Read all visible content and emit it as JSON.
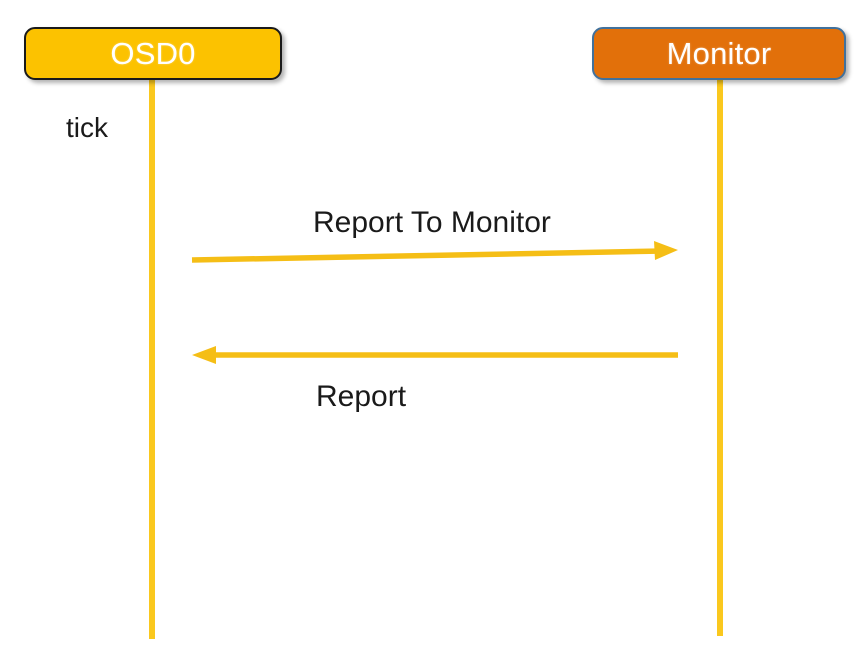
{
  "diagram": {
    "type": "sequence-diagram",
    "background_color": "#FFFFFF",
    "participants": [
      {
        "id": "osd0",
        "label": "OSD0",
        "fill_color": "#FCC200",
        "border_color": "#1A1A1A",
        "text_color": "#FFFFFF",
        "lifeline_color": "#FAC81E"
      },
      {
        "id": "monitor",
        "label": "Monitor",
        "fill_color": "#E2700A",
        "border_color": "#41719C",
        "text_color": "#FFFFFF",
        "lifeline_color": "#FAC81E"
      }
    ],
    "self_labels": [
      {
        "id": "tick",
        "label": "tick",
        "on_participant": "osd0",
        "text_color": "#1A1A1A"
      }
    ],
    "messages": [
      {
        "id": "report-to-monitor",
        "label": "Report To Monitor",
        "from": "osd0",
        "to": "monitor",
        "direction": "right",
        "arrow_color": "#F5BE16",
        "label_position": "above"
      },
      {
        "id": "report",
        "label": "Report",
        "from": "monitor",
        "to": "osd0",
        "direction": "left",
        "arrow_color": "#F5BE16",
        "label_position": "below"
      }
    ]
  }
}
